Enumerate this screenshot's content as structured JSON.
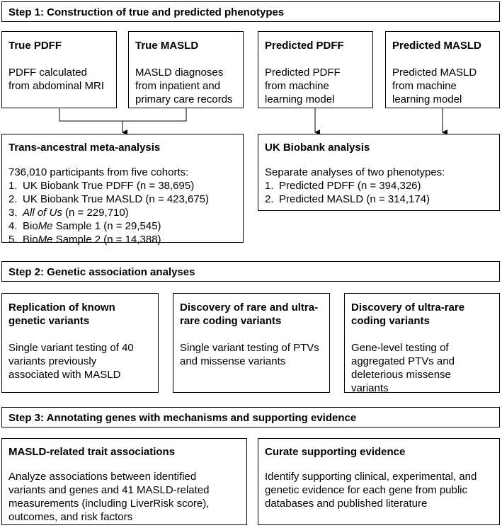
{
  "step1": {
    "title": "Step 1: Construction of true and predicted phenotypes",
    "true_pdff": {
      "title": "True PDFF",
      "lines": [
        "PDFF calculated",
        "from abdominal MRI"
      ]
    },
    "true_masld": {
      "title": "True MASLD",
      "lines": [
        "MASLD diagnoses",
        "from inpatient and",
        "primary care records"
      ]
    },
    "pred_pdff": {
      "title": "Predicted PDFF",
      "lines": [
        "Predicted PDFF",
        "from machine",
        "learning model"
      ]
    },
    "pred_masld": {
      "title": "Predicted MASLD",
      "lines": [
        "Predicted MASLD",
        "from machine",
        "learning model"
      ]
    },
    "meta": {
      "title": "Trans-ancestral meta-analysis",
      "intro": "736,010 participants from five cohorts:",
      "items": [
        {
          "n": "1.",
          "pre": "UK Biobank True PDFF (n = 38,695)",
          "it": "",
          "post": ""
        },
        {
          "n": "2.",
          "pre": "UK Biobank True MASLD (n = 423,675)",
          "it": "",
          "post": ""
        },
        {
          "n": "3.",
          "pre": "",
          "it": "All of Us",
          "post": " (n = 229,710)"
        },
        {
          "n": "4.",
          "pre": "Bio",
          "it": "Me",
          "post": " Sample 1 (n = 29,545)"
        },
        {
          "n": "5.",
          "pre": "Bio",
          "it": "Me",
          "post": " Sample 2 (n = 14,388)"
        }
      ]
    },
    "ukb": {
      "title": "UK Biobank analysis",
      "intro": "Separate analyses of two phenotypes:",
      "items": [
        {
          "n": "1.",
          "text": "Predicted PDFF (n = 394,326)"
        },
        {
          "n": "2.",
          "text": "Predicted MASLD (n = 314,174)"
        }
      ]
    }
  },
  "step2": {
    "title": "Step 2: Genetic association analyses",
    "boxes": [
      {
        "title": [
          "Replication of known",
          "genetic variants"
        ],
        "lines": [
          "Single variant testing of 40",
          "variants previously",
          "associated with MASLD"
        ]
      },
      {
        "title": [
          "Discovery of rare and ultra-",
          "rare coding variants"
        ],
        "lines": [
          "Single variant testing of PTVs",
          "and missense variants"
        ]
      },
      {
        "title": [
          "Discovery of ultra-rare",
          "coding variants"
        ],
        "lines": [
          "Gene-level testing of",
          "aggregated PTVs and",
          "deleterious missense",
          "variants"
        ]
      }
    ]
  },
  "step3": {
    "title": "Step 3: Annotating genes with mechanisms and supporting evidence",
    "boxes": [
      {
        "title": "MASLD-related trait associations",
        "lines": [
          "Analyze associations between identified",
          "variants and genes and 41 MASLD-related",
          "measurements (including LiverRisk score),",
          "outcomes, and risk factors"
        ]
      },
      {
        "title": "Curate supporting evidence",
        "lines": [
          "Identify supporting clinical, experimental, and",
          "genetic evidence for each gene from public",
          "databases and published literature"
        ]
      }
    ]
  }
}
